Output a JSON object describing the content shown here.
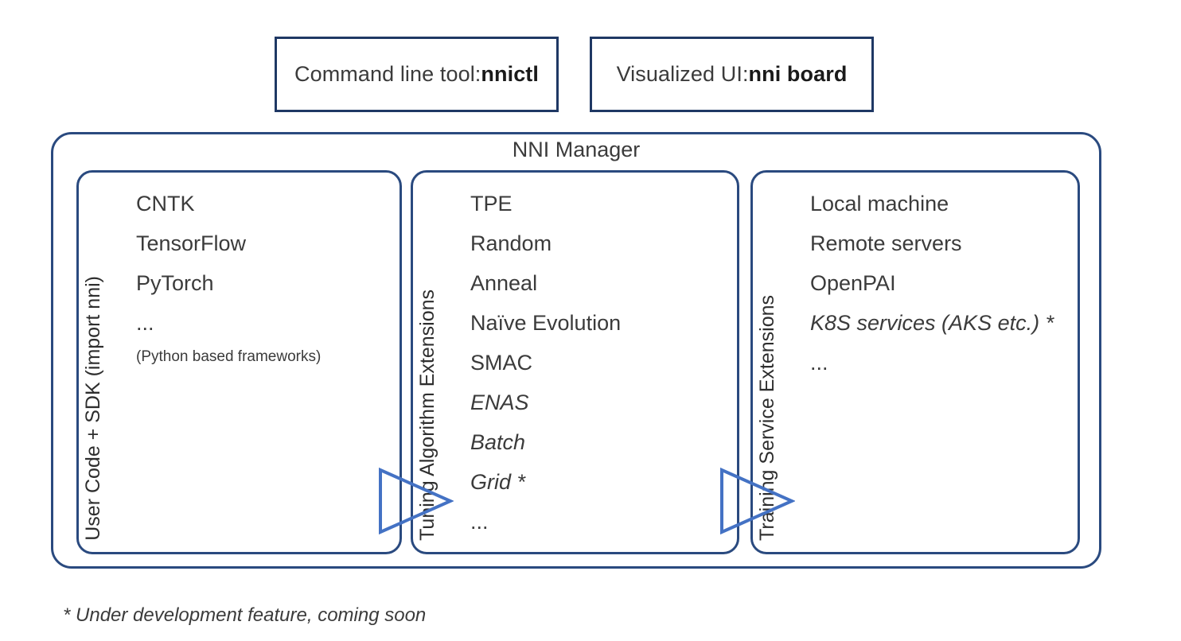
{
  "top_boxes": [
    {
      "prefix": "Command line tool: ",
      "strong": "nnictl"
    },
    {
      "prefix": "Visualized UI: ",
      "strong": "nni board"
    }
  ],
  "nni_manager": {
    "title": "NNI Manager",
    "columns": [
      {
        "vertical_label": "User Code + SDK (import nni)",
        "items": [
          {
            "text": "CNTK",
            "style": "normal"
          },
          {
            "text": "TensorFlow",
            "style": "normal"
          },
          {
            "text": "PyTorch",
            "style": "normal"
          },
          {
            "text": "...",
            "style": "dots"
          },
          {
            "text": "(Python based frameworks)",
            "style": "small"
          }
        ]
      },
      {
        "vertical_label": "Tuning Algorithm Extensions",
        "items": [
          {
            "text": "TPE",
            "style": "normal"
          },
          {
            "text": "Random",
            "style": "normal"
          },
          {
            "text": "Anneal",
            "style": "normal"
          },
          {
            "text": "Naïve Evolution",
            "style": "normal"
          },
          {
            "text": "SMAC",
            "style": "normal"
          },
          {
            "text": "ENAS",
            "style": "italic"
          },
          {
            "text": "Batch",
            "style": "italic"
          },
          {
            "text": "Grid *",
            "style": "italic"
          },
          {
            "text": "...",
            "style": "dots"
          }
        ]
      },
      {
        "vertical_label": "Training Service Extensions",
        "items": [
          {
            "text": "Local machine",
            "style": "normal"
          },
          {
            "text": "Remote servers",
            "style": "normal"
          },
          {
            "text": "OpenPAI",
            "style": "normal"
          },
          {
            "text": "K8S services (AKS etc.) *",
            "style": "italic"
          },
          {
            "text": "...",
            "style": "dots"
          }
        ]
      }
    ]
  },
  "arrows": [
    {
      "name": "arrow-usercode-to-tuning"
    },
    {
      "name": "arrow-tuning-to-training"
    }
  ],
  "footnote": "* Under development feature, coming soon",
  "colors": {
    "top_box_border": "#1f3864",
    "container_border": "#2a4a7f",
    "arrow_stroke": "#4472c4",
    "text": "#3b3b3b"
  }
}
